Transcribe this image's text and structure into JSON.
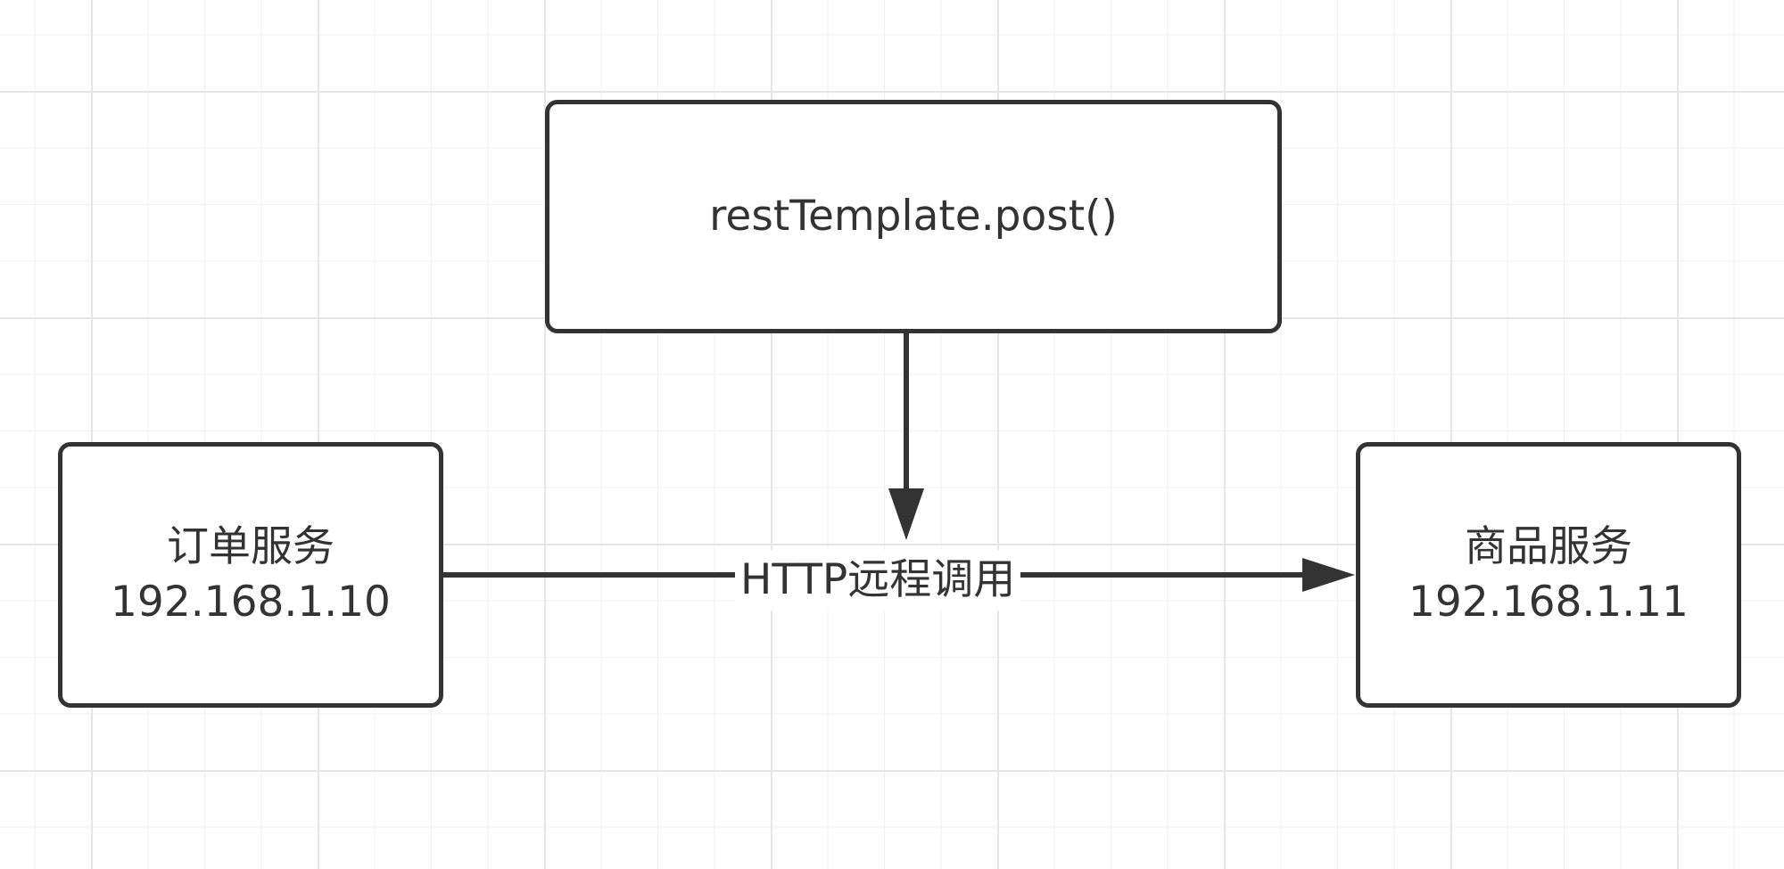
{
  "diagram": {
    "nodes": {
      "method": {
        "label": "restTemplate.post()"
      },
      "order": {
        "name": "订单服务",
        "ip": "192.168.1.10"
      },
      "product": {
        "name": "商品服务",
        "ip": "192.168.1.11"
      }
    },
    "edges": {
      "call": {
        "label": "HTTP远程调用"
      }
    },
    "colors": {
      "stroke": "#333333",
      "text": "#333333",
      "grid_major": "#e6e6e6",
      "grid_minor": "#f1f1f1",
      "background": "#ffffff"
    }
  }
}
